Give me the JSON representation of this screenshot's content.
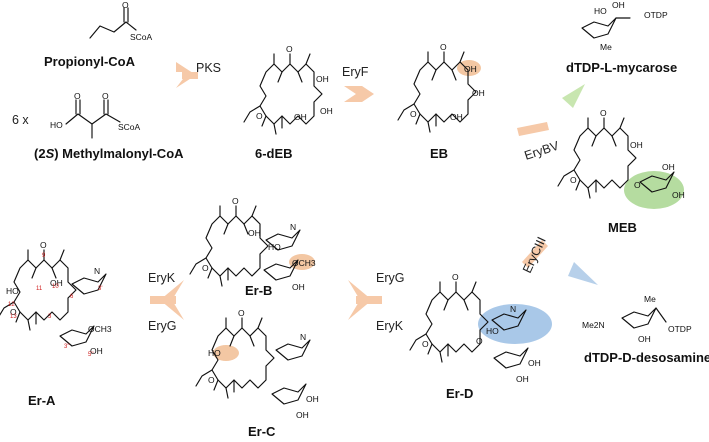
{
  "compounds": {
    "propionyl": "Propionyl-CoA",
    "methylmalonyl": "(2S) Methylmalonyl-CoA",
    "mm_prefix": "(2",
    "mm_s": "S",
    "mm_suffix": ") Methylmalonyl-CoA",
    "six_deb": "6-dEB",
    "eb": "EB",
    "mycarose": "dTDP-L-mycarose",
    "meb": "MEB",
    "desosamine": "dTDP-D-desosamine",
    "erd": "Er-D",
    "erb": "Er-B",
    "erc": "Er-C",
    "era": "Er-A"
  },
  "multiplier": "6 x",
  "enzymes": {
    "pks": "PKS",
    "eryf": "EryF",
    "erybv": "EryBV",
    "erycIII": "EryCIII",
    "eryg_right": "EryG",
    "eryk_right": "EryK",
    "eryk_left": "EryK",
    "eryg_left": "EryG"
  },
  "atoms": {
    "o": "O",
    "oh": "OH",
    "ho": "HO",
    "scoa": "SCoA",
    "otdp": "OTDP",
    "och3": "OCH3",
    "nme2": "N",
    "me2n": "Me2N",
    "me": "Me"
  },
  "colors": {
    "arrow_orange": "#f6c9a8",
    "mycarose_arrow": "#c8e6b0",
    "desosamine_arrow": "#b7d0ea",
    "highlight_orange": "#f3c7a3",
    "highlight_green": "#b5dca0",
    "highlight_blue": "#a9c8e8",
    "position_numbers": "#d02020"
  },
  "position_numbers": [
    "9",
    "11",
    "12",
    "10",
    "13",
    "6",
    "3",
    "3'",
    "5''",
    "3''"
  ]
}
